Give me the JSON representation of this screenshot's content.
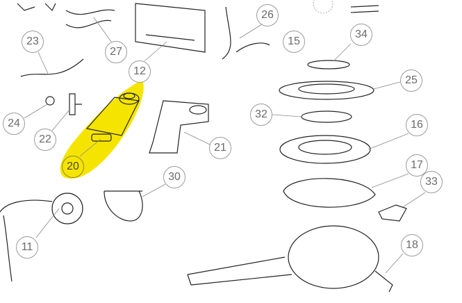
{
  "diagram": {
    "highlight_color": "#f5e400",
    "highlighted_part": "20",
    "callouts": [
      "23",
      "27",
      "12",
      "26",
      "15",
      "34",
      "25",
      "24",
      "22",
      "32",
      "16",
      "21",
      "20",
      "17",
      "30",
      "33",
      "11",
      "18"
    ]
  }
}
